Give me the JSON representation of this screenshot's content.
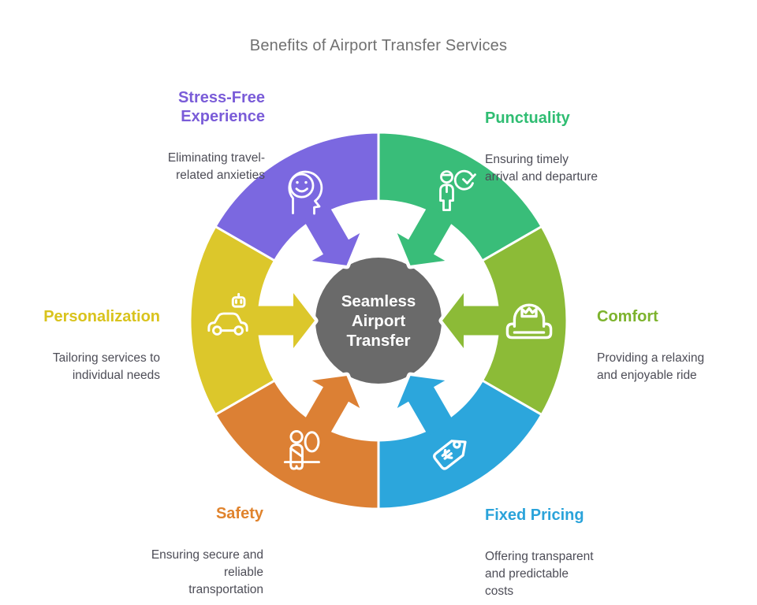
{
  "title": "Benefits of Airport Transfer Services",
  "title_color": "#707070",
  "desc_color": "#4d4d57",
  "center": {
    "label_lines": [
      "Seamless",
      "Airport",
      "Transfer"
    ],
    "bg_color": "#6a6a6a",
    "text_color": "#ffffff"
  },
  "segments": [
    {
      "id": "stress-free-experience",
      "title_lines": [
        "Stress-Free",
        "Experience"
      ],
      "desc_lines": [
        "Eliminating travel-",
        "related anxieties"
      ],
      "color": "#7b68e0",
      "title_color": "#7a5cd8",
      "icon": "head-smile-icon"
    },
    {
      "id": "punctuality",
      "title_lines": [
        "Punctuality"
      ],
      "desc_lines": [
        "Ensuring timely",
        "arrival and departure"
      ],
      "color": "#39bd79",
      "title_color": "#2fbd72",
      "icon": "person-check-icon"
    },
    {
      "id": "comfort",
      "title_lines": [
        "Comfort"
      ],
      "desc_lines": [
        "Providing a relaxing",
        "and enjoyable ride"
      ],
      "color": "#8cbb37",
      "title_color": "#7db32d",
      "icon": "armchair-crown-icon"
    },
    {
      "id": "fixed-pricing",
      "title_lines": [
        "Fixed Pricing"
      ],
      "desc_lines": [
        "Offering transparent",
        "and predictable",
        "costs"
      ],
      "color": "#2ca6dc",
      "title_color": "#2aa3da",
      "icon": "price-tag-icon"
    },
    {
      "id": "safety",
      "title_lines": [
        "Safety"
      ],
      "desc_lines": [
        "Ensuring secure and",
        "reliable",
        "transportation"
      ],
      "color": "#dc8034",
      "title_color": "#e0832d",
      "icon": "seatbelt-person-icon"
    },
    {
      "id": "personalization",
      "title_lines": [
        "Personalization"
      ],
      "desc_lines": [
        "Tailoring services to",
        "individual needs"
      ],
      "color": "#dcc72b",
      "title_color": "#d9c31d",
      "icon": "smart-car-icon"
    }
  ]
}
